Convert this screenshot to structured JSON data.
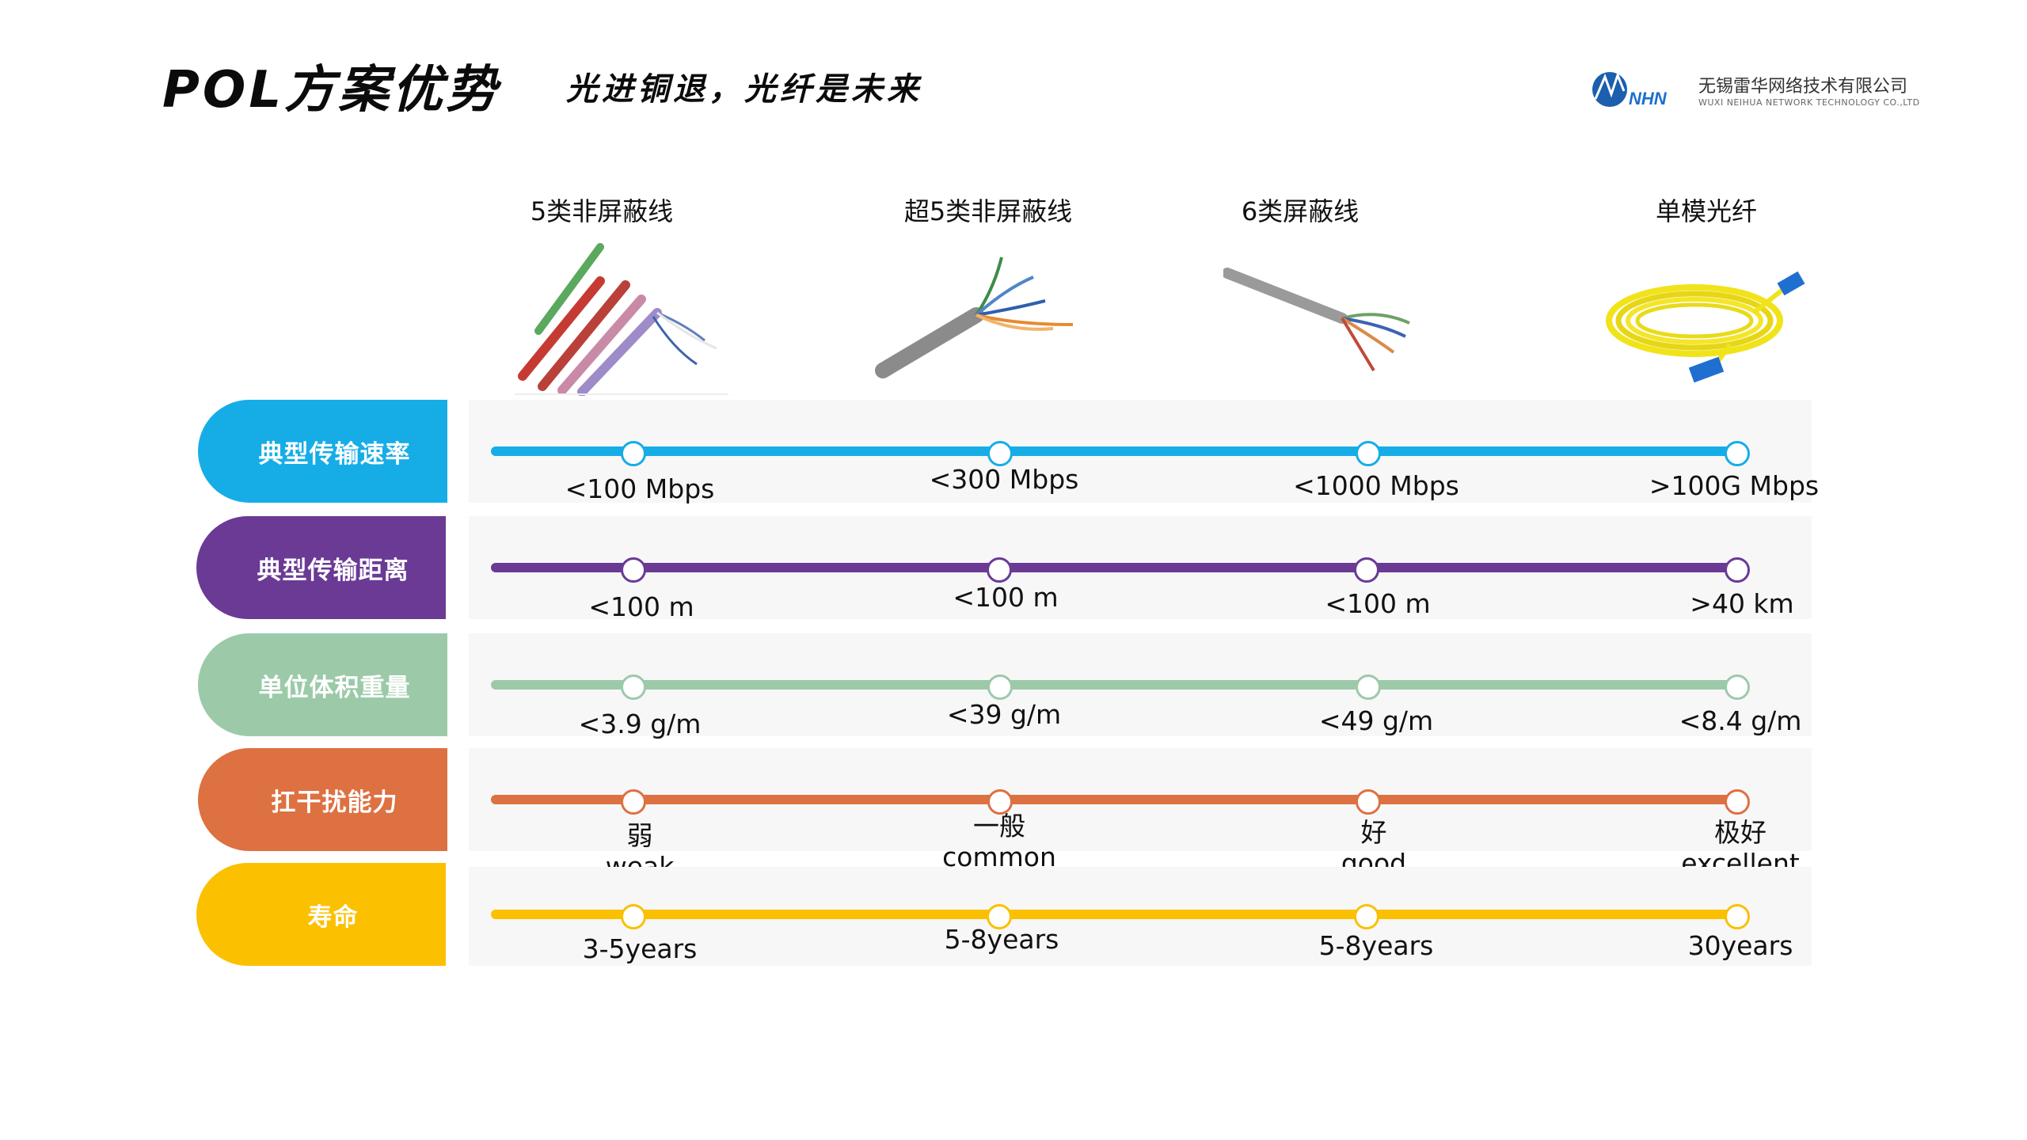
{
  "header": {
    "title": "POL方案优势",
    "subtitle": "光进铜退，光纤是未来"
  },
  "logo": {
    "mark_text": "NHN",
    "company_cn": "无锡雷华网络技术有限公司",
    "company_en": "WUXI NEIHUA NETWORK TECHNOLOGY CO.,LTD"
  },
  "columns": [
    {
      "label": "5类非屏蔽线",
      "icon": "cat5-cable-icon"
    },
    {
      "label": "超5类非屏蔽线",
      "icon": "cat5e-cable-icon"
    },
    {
      "label": "6类屏蔽线",
      "icon": "cat6-cable-icon"
    },
    {
      "label": "单模光纤",
      "icon": "single-mode-fiber-icon"
    }
  ],
  "rows": [
    {
      "label": "典型传输速率",
      "color": "#16ade7",
      "values": [
        "<100 Mbps",
        "<300 Mbps",
        "<1000 Mbps",
        ">100G Mbps"
      ]
    },
    {
      "label": "典型传输距离",
      "color": "#6a3a95",
      "values": [
        "<100 m",
        "<100 m",
        "<100 m",
        ">40 km"
      ]
    },
    {
      "label": "单位体积重量",
      "color": "#9ccaa9",
      "values": [
        "<3.9 g/m",
        "<39 g/m",
        "<49 g/m",
        "<8.4 g/m"
      ]
    },
    {
      "label": "扛干扰能力",
      "color": "#dd7141",
      "values_cn": [
        "弱",
        "一般",
        "好",
        "极好"
      ],
      "values_en": [
        "weak",
        "common",
        "good",
        "excellent"
      ]
    },
    {
      "label": "寿命",
      "color": "#fbc000",
      "values": [
        "3-5years",
        "5-8years",
        "5-8years",
        "30years"
      ]
    }
  ]
}
